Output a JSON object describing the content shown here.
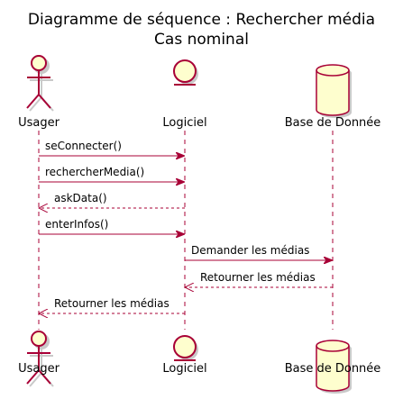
{
  "title": {
    "line1": "Diagramme de séquence : Rechercher média",
    "line2": "Cas nominal"
  },
  "colors": {
    "line": "#A80036",
    "fill": "#FEFECE",
    "shadow": "#C9C9C9",
    "text": "#000000"
  },
  "participants": [
    {
      "id": "usager",
      "label": "Usager",
      "type": "actor-icon"
    },
    {
      "id": "logiciel",
      "label": "Logiciel",
      "type": "entity-icon"
    },
    {
      "id": "bdd",
      "label": "Base de Donnée",
      "type": "database-icon"
    }
  ],
  "messages": [
    {
      "from": "usager",
      "to": "logiciel",
      "label": "seConnecter()",
      "style": "sync"
    },
    {
      "from": "usager",
      "to": "logiciel",
      "label": "rechercherMedia()",
      "style": "sync"
    },
    {
      "from": "logiciel",
      "to": "usager",
      "label": "askData()",
      "style": "return"
    },
    {
      "from": "usager",
      "to": "logiciel",
      "label": "enterInfos()",
      "style": "sync"
    },
    {
      "from": "logiciel",
      "to": "bdd",
      "label": "Demander les médias",
      "style": "sync"
    },
    {
      "from": "bdd",
      "to": "logiciel",
      "label": "Retourner les médias",
      "style": "return"
    },
    {
      "from": "logiciel",
      "to": "usager",
      "label": "Retourner les médias",
      "style": "return"
    }
  ]
}
